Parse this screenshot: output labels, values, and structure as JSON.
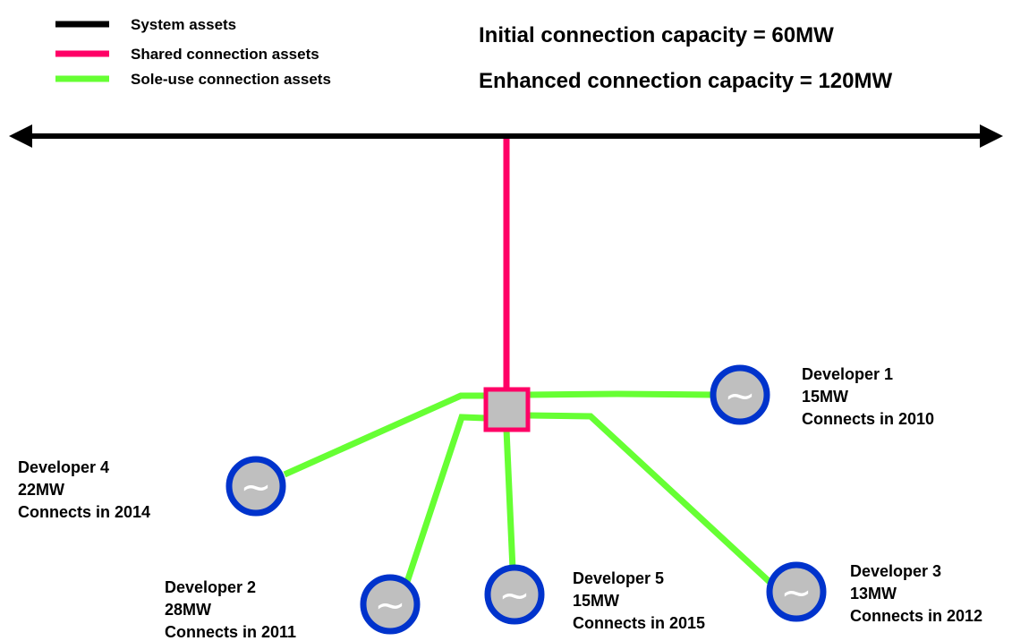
{
  "legend": {
    "items": [
      {
        "label": "System assets",
        "color": "#000000"
      },
      {
        "label": "Shared connection assets",
        "color": "#ff0066"
      },
      {
        "label": "Sole-use connection assets",
        "color": "#66ff33"
      }
    ]
  },
  "capacity": {
    "initial": "Initial connection capacity = 60MW",
    "enhanced": "Enhanced connection capacity = 120MW"
  },
  "generator_symbol": "~",
  "colors": {
    "system": "#000000",
    "shared": "#ff0066",
    "sole_use": "#66ff33",
    "generator_ring": "#0033cc",
    "generator_fill": "#bfbfbf",
    "substation_fill": "#bfbfbf"
  },
  "developers": [
    {
      "name": "Developer 1",
      "capacity": "15MW",
      "connects": "Connects in 2010"
    },
    {
      "name": "Developer 2",
      "capacity": "28MW",
      "connects": "Connects in 2011"
    },
    {
      "name": "Developer 3",
      "capacity": "13MW",
      "connects": "Connects in 2012"
    },
    {
      "name": "Developer 4",
      "capacity": "22MW",
      "connects": "Connects in 2014"
    },
    {
      "name": "Developer 5",
      "capacity": "15MW",
      "connects": "Connects in 2015"
    }
  ]
}
